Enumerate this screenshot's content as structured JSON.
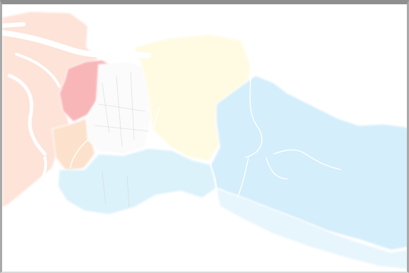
{
  "map": {
    "regions": [
      {
        "name": "far-west-region",
        "color": "#fde3d8"
      },
      {
        "name": "west-red-region",
        "color": "#f8b6b8"
      },
      {
        "name": "west-orange-region",
        "color": "#fce2cd"
      },
      {
        "name": "central-white-region",
        "color": "#fbfbfb"
      },
      {
        "name": "central-yellow-region",
        "color": "#fffbe3"
      },
      {
        "name": "east-blue-region",
        "color": "#d4eefb"
      },
      {
        "name": "south-blue-region",
        "color": "#dcf2fb"
      },
      {
        "name": "light-strip-region",
        "color": "#e6f6fc"
      }
    ],
    "water_color": "#ffffff",
    "boundary_color": "#ffffff"
  }
}
